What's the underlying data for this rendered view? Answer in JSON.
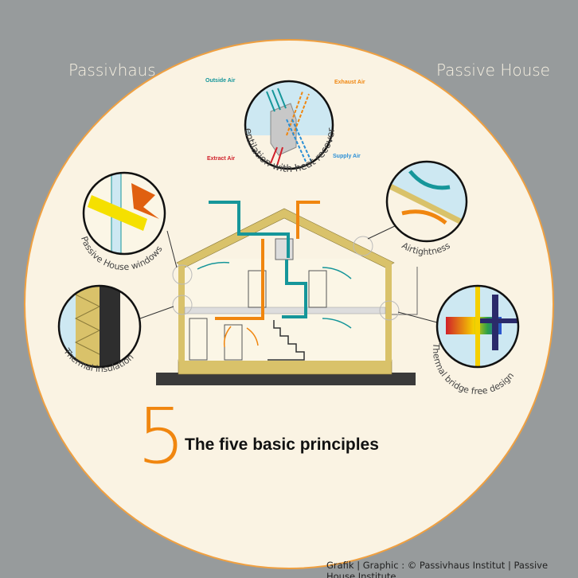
{
  "corner_left": "Passivhaus",
  "corner_right": "Passive House",
  "number": "5",
  "title": "The five basic principles",
  "credit": "Grafik | Graphic : © Passivhaus Institut | Passive House Institute",
  "ventilation": {
    "label": "Ventilation with heat recovery",
    "outside_air": "Outside Air",
    "exhaust_air": "Exhaust Air",
    "extract_air": "Extract Air",
    "supply_air": "Supply Air"
  },
  "principles": {
    "windows": "Passive House windows",
    "airtightness": "Airtightness",
    "insulation": "Thermal insulation",
    "thermal_bridge": "Thermal bridge free design"
  },
  "colors": {
    "background": "#979b9c",
    "circle_fill": "#faf3e3",
    "circle_border": "#f0a040",
    "teal": "#16969a",
    "orange": "#f0860f",
    "red": "#d0202a",
    "blue": "#2a8fd6",
    "insulation": "#d9c26a"
  }
}
